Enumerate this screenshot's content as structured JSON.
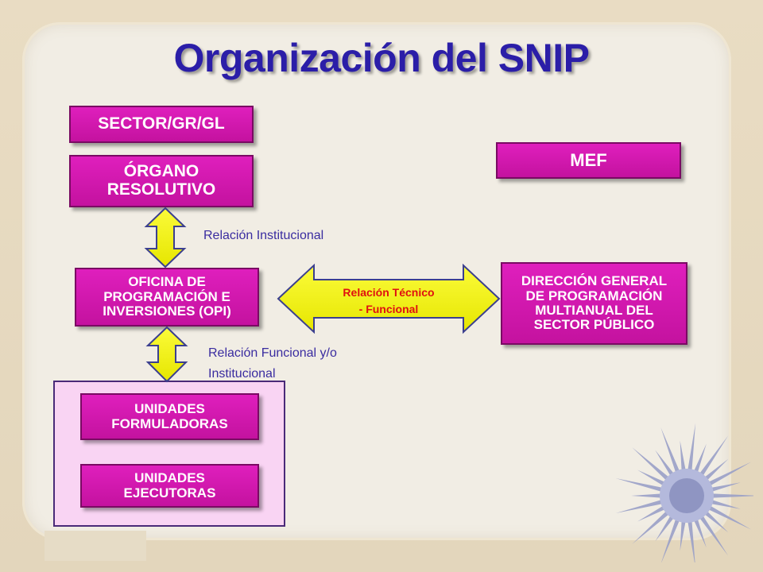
{
  "title": "Organización del SNIP",
  "boxes": {
    "sector": "SECTOR/GR/GL",
    "organo": "ÓRGANO\nRESOLUTIVO",
    "opi": "OFICINA DE\nPROGRAMACIÓN E\nINVERSIONES (OPI)",
    "mef": "MEF",
    "dgpm": "DIRECCIÓN GENERAL\nDE PROGRAMACIÓN\nMULTIANUAL DEL\nSECTOR PÚBLICO",
    "unidades_formuladoras": "UNIDADES\n FORMULADORAS",
    "unidades_ejecutoras": "UNIDADES\n EJECUTORAS"
  },
  "relations": {
    "institucional": "Relación Institucional",
    "tecnico_funcional": "Relación Técnico\n- Funcional",
    "funcional_institucional": "Relación Funcional y/o\nInstitucional"
  },
  "colors": {
    "title": "#2b1ea8",
    "box": "#d11bb2",
    "arrow": "#f3f21a",
    "tech_text": "#e01010",
    "units_frame": "#f9d4f3"
  },
  "icons": {
    "decoration": "starburst-icon"
  }
}
